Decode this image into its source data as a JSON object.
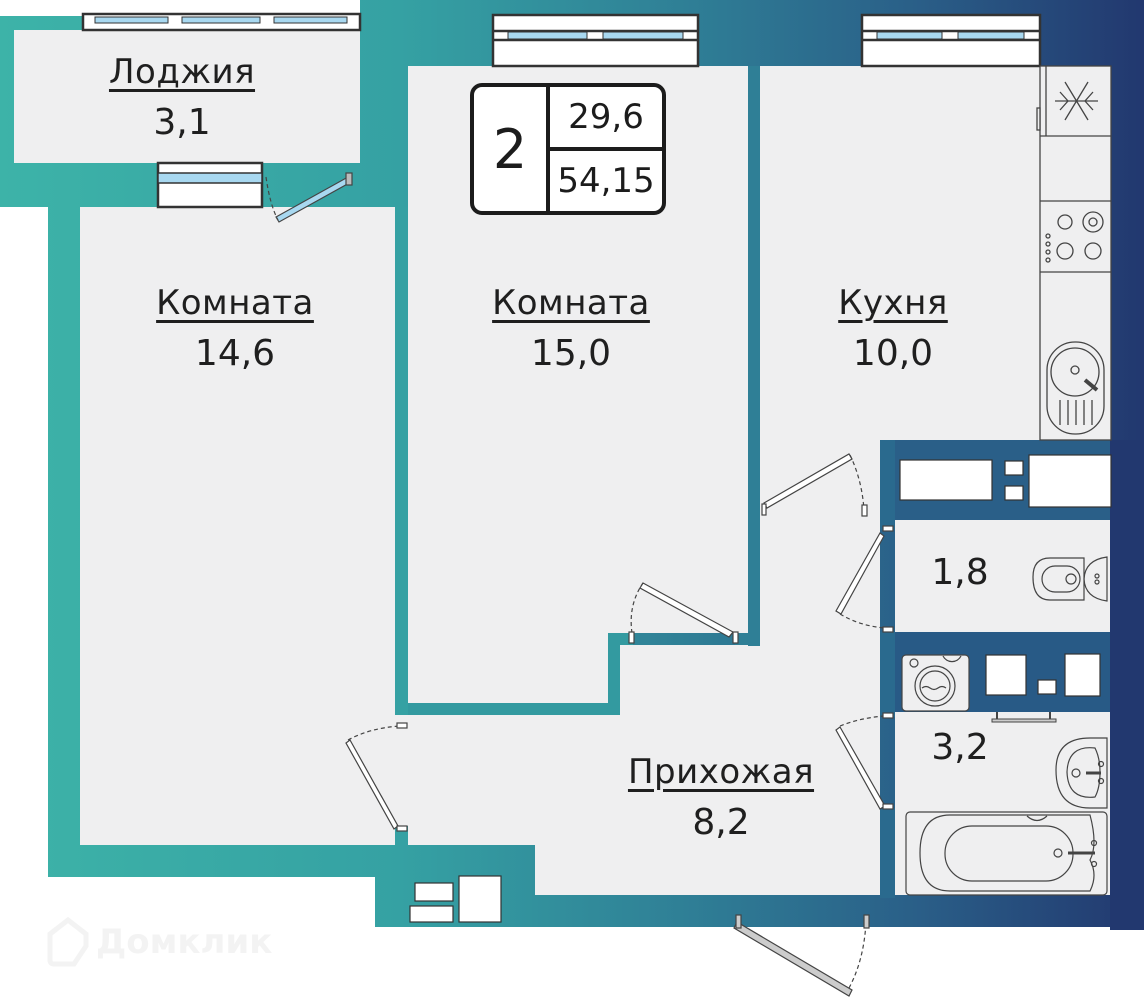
{
  "apartment": {
    "rooms_count": "2",
    "living_area": "29,6",
    "total_area": "54,15"
  },
  "rooms": [
    {
      "name": "Лоджия",
      "area": "3,1"
    },
    {
      "name": "Комната",
      "area": "14,6"
    },
    {
      "name": "Комната",
      "area": "15,0"
    },
    {
      "name": "Кухня",
      "area": "10,0"
    },
    {
      "name": "",
      "area": "1,8"
    },
    {
      "name": "",
      "area": "3,2"
    },
    {
      "name": "Прихожая",
      "area": "8,2"
    }
  ],
  "fixtures": [
    "fridge-icon",
    "stove-icon",
    "kitchen-sink-icon",
    "toilet-icon",
    "washing-machine-icon",
    "bathroom-sink-icon",
    "bathtub-icon",
    "window-icon",
    "door-icon"
  ],
  "watermark": {
    "text": "Домклик"
  },
  "colors": {
    "wall_left": "#3db3a8",
    "wall_mid": "#2f8a9a",
    "wall_right": "#22386f",
    "floor": "#efeff0",
    "glass": "#a8d8f0",
    "text": "#1f1f1f"
  }
}
